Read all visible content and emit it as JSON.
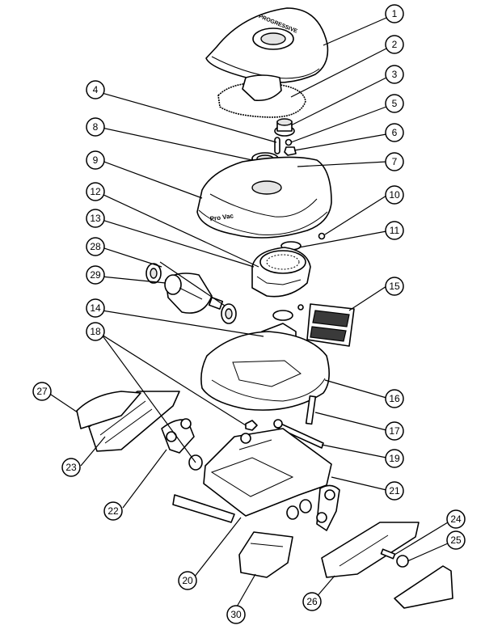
{
  "brand_labels": {
    "top_cover": "PROGRESSIVE",
    "body": "Pro Vac"
  },
  "callouts": [
    {
      "id": "1",
      "label": "1"
    },
    {
      "id": "2",
      "label": "2"
    },
    {
      "id": "3",
      "label": "3"
    },
    {
      "id": "4",
      "label": "4"
    },
    {
      "id": "5",
      "label": "5"
    },
    {
      "id": "6",
      "label": "6"
    },
    {
      "id": "7",
      "label": "7"
    },
    {
      "id": "8",
      "label": "8"
    },
    {
      "id": "9",
      "label": "9"
    },
    {
      "id": "10",
      "label": "10"
    },
    {
      "id": "11",
      "label": "11"
    },
    {
      "id": "12",
      "label": "12"
    },
    {
      "id": "13",
      "label": "13"
    },
    {
      "id": "14",
      "label": "14"
    },
    {
      "id": "15",
      "label": "15"
    },
    {
      "id": "16",
      "label": "16"
    },
    {
      "id": "17",
      "label": "17"
    },
    {
      "id": "18",
      "label": "18"
    },
    {
      "id": "19",
      "label": "19"
    },
    {
      "id": "20",
      "label": "20"
    },
    {
      "id": "21",
      "label": "21"
    },
    {
      "id": "22",
      "label": "22"
    },
    {
      "id": "23",
      "label": "23"
    },
    {
      "id": "24",
      "label": "24"
    },
    {
      "id": "25",
      "label": "25"
    },
    {
      "id": "26",
      "label": "26"
    },
    {
      "id": "27",
      "label": "27"
    },
    {
      "id": "28",
      "label": "28"
    },
    {
      "id": "29",
      "label": "29"
    },
    {
      "id": "30",
      "label": "30"
    }
  ]
}
